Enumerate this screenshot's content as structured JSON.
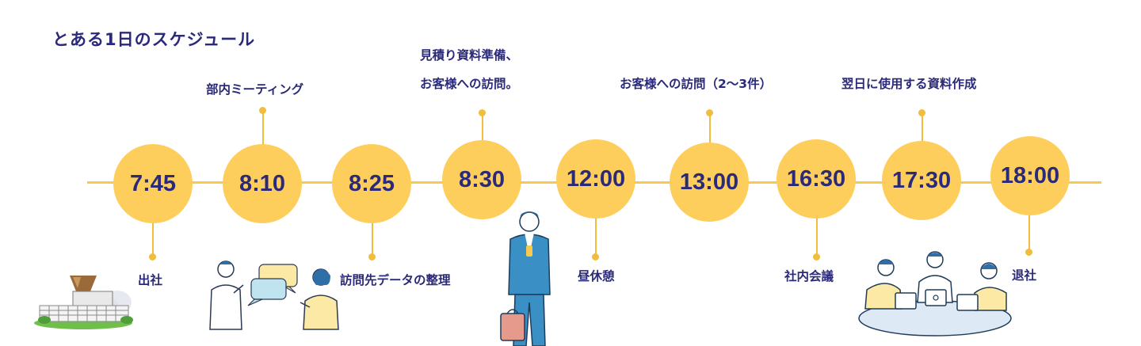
{
  "title": "とある1日のスケジュール",
  "timeline": [
    {
      "time": "7:45"
    },
    {
      "time": "8:10"
    },
    {
      "time": "8:25"
    },
    {
      "time": "8:30"
    },
    {
      "time": "12:00"
    },
    {
      "time": "13:00"
    },
    {
      "time": "16:30"
    },
    {
      "time": "17:30"
    },
    {
      "time": "18:00"
    }
  ],
  "events": {
    "arrival": "出社",
    "dept_meeting": "部内ミーティング",
    "data_organize": "訪問先データの整理",
    "estimate_line1": "見積り資料準備、",
    "estimate_line2": "お客様への訪問。",
    "lunch": "昼休憩",
    "client_visits": "お客様への訪問（2〜3件）",
    "internal_meeting": "社内会議",
    "next_day_docs": "翌日に使用する資料作成",
    "leave": "退社"
  },
  "colors": {
    "accent": "#fdce5c",
    "text": "#2b2a7a"
  }
}
